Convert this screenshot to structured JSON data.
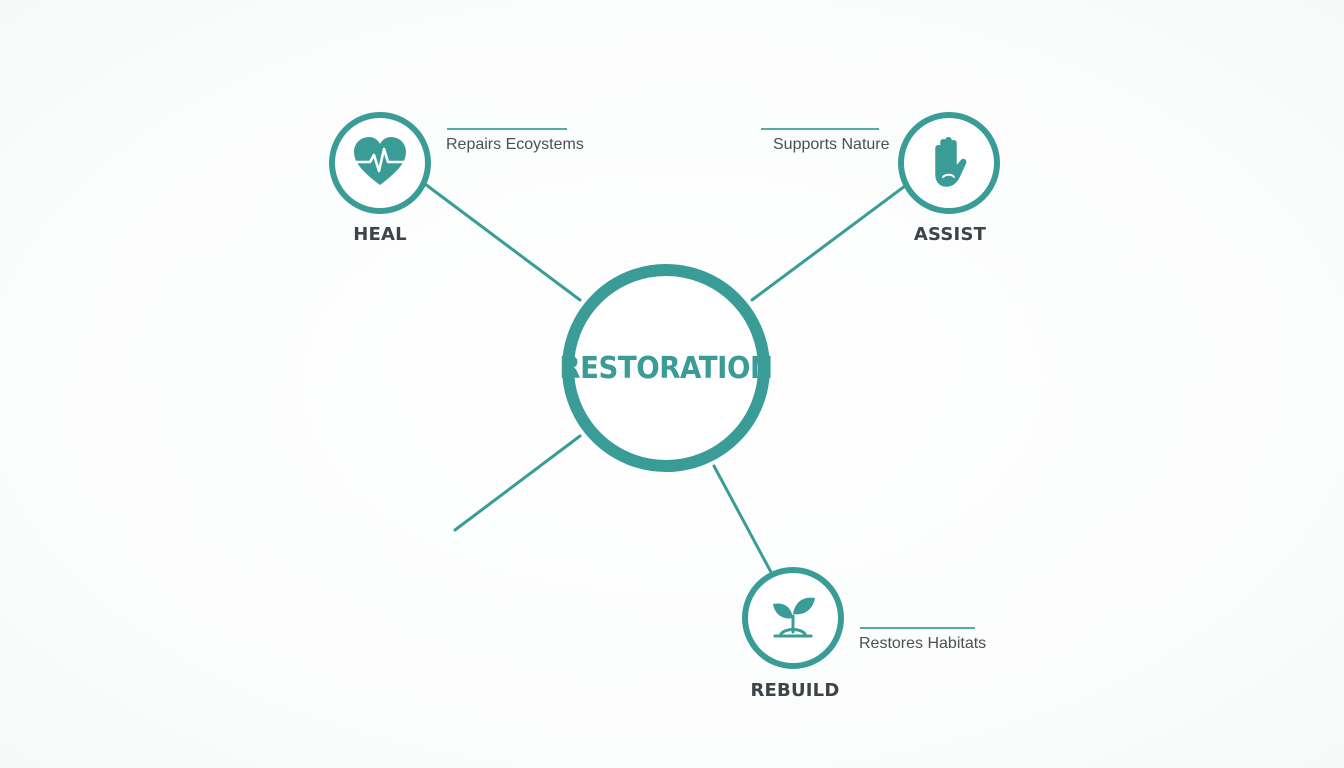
{
  "center": {
    "label": "RESTORATION"
  },
  "nodes": [
    {
      "label": "HEAL",
      "icon": "heart-pulse-icon",
      "description": "Repairs Ecoystems"
    },
    {
      "label": "ASSIST",
      "icon": "hand-icon",
      "description": "Supports Nature"
    },
    {
      "label": "REBUILD",
      "icon": "sprout-icon",
      "description": "Restores Habitats"
    }
  ],
  "colors": {
    "accent": "#3a9c96",
    "text_dark": "#3d4347",
    "text_muted": "#4a5055",
    "background": "#fcfdfd"
  }
}
